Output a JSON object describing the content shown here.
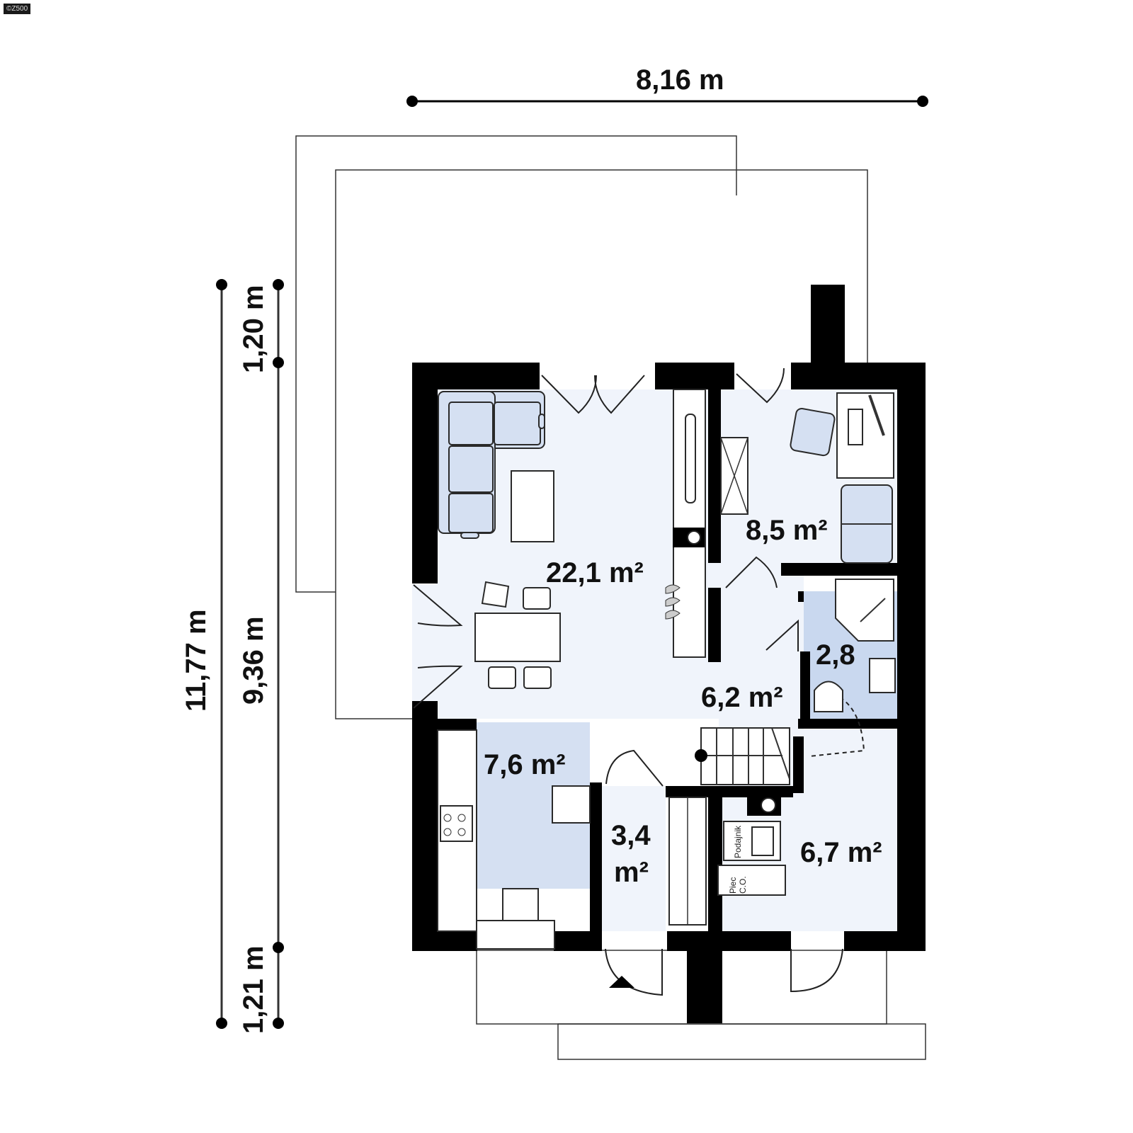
{
  "watermark": "©Z500",
  "dimensions": {
    "width_total": "8,16 m",
    "height_total": "11,77 m",
    "height_building": "9,36 m",
    "height_top_offset": "1,20 m",
    "height_bottom_offset": "1,21 m"
  },
  "rooms": {
    "living": {
      "area": "22,1 m²"
    },
    "office": {
      "area": "8,5 m²"
    },
    "bathroom": {
      "area": "2,8"
    },
    "hall": {
      "area": "6,2 m²"
    },
    "kitchen": {
      "area": "7,6 m²"
    },
    "vestibule": {
      "area_line1": "3,4",
      "area_line2": "m²"
    },
    "boiler": {
      "area": "6,7 m²"
    }
  },
  "equipment": {
    "feeder_label": "Podajnik",
    "furnace_label_line1": "Piec",
    "furnace_label_line2": "C.O."
  },
  "colors": {
    "wall": "#000000",
    "floor": "#f0f4fb",
    "furniture": "#d5e0f2",
    "highlight": "#c9d8ef"
  }
}
